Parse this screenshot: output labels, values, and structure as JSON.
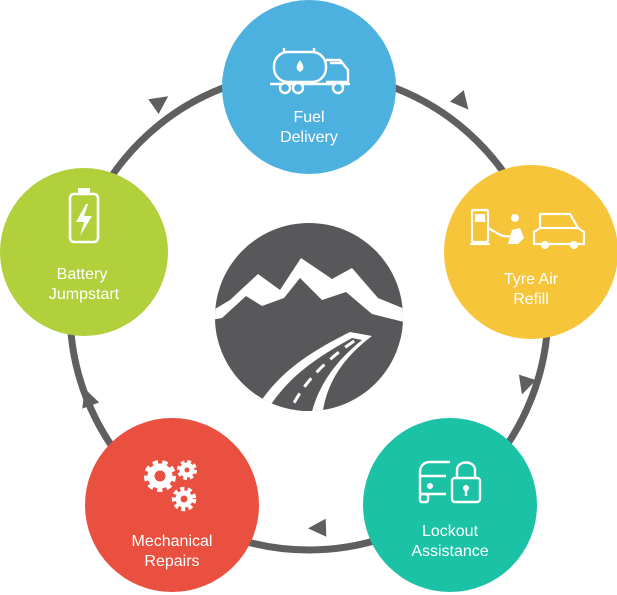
{
  "colors": {
    "ring": "#5f5f62",
    "fuel": "#4db1e0",
    "tyre": "#f6c53a",
    "lockout": "#1cc2a6",
    "mechanical": "#e9503f",
    "battery": "#b2cf3c",
    "logo": "#58585b"
  },
  "nodes": {
    "fuel": {
      "line1": "Fuel",
      "line2": "Delivery",
      "icon": "fuel-tanker-truck-icon"
    },
    "tyre": {
      "line1": "Tyre Air",
      "line2": "Refill",
      "icon": "tyre-air-pump-car-icon"
    },
    "lockout": {
      "line1": "Lockout",
      "line2": "Assistance",
      "icon": "car-padlock-icon"
    },
    "mechanical": {
      "line1": "Mechanical",
      "line2": "Repairs",
      "icon": "gears-icon"
    },
    "battery": {
      "line1": "Battery",
      "line2": "Jumpstart",
      "icon": "battery-charge-icon"
    }
  },
  "center": {
    "icon": "mountain-road-logo-icon"
  }
}
